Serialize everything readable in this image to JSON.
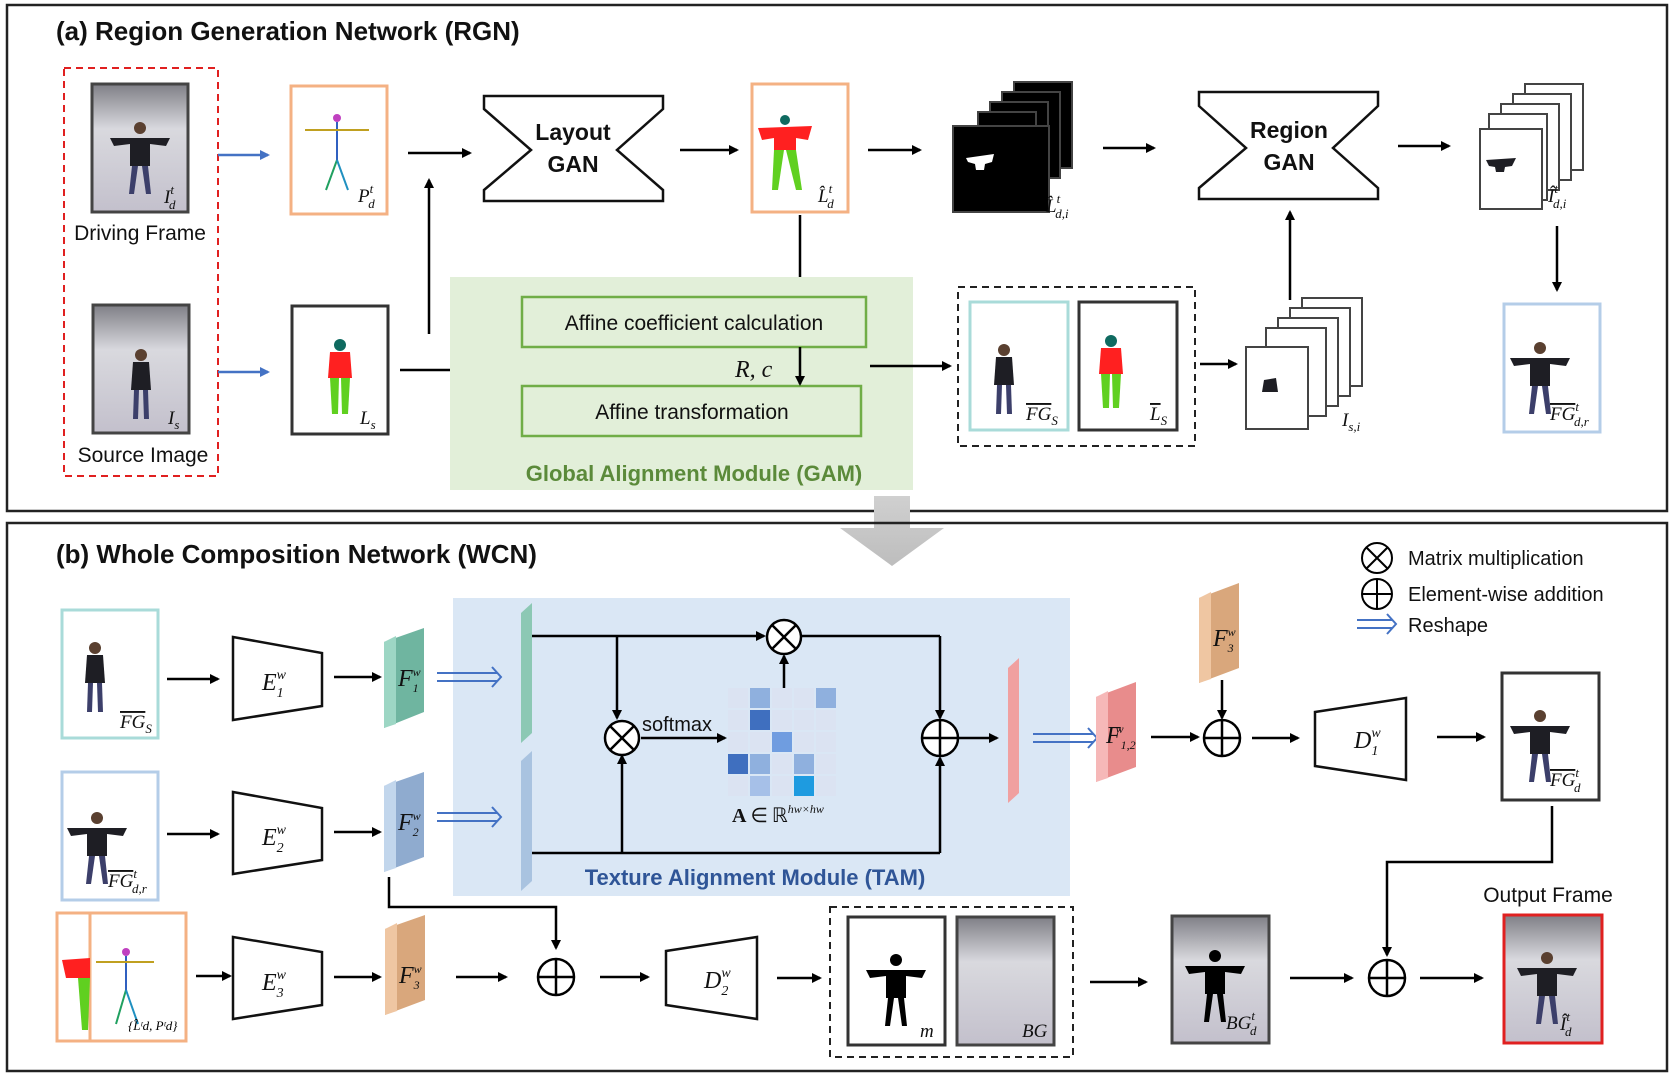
{
  "section_a": {
    "title": "(a) Region Generation Network (RGN)",
    "driving_caption": "Driving Frame",
    "source_caption": "Source Image",
    "driving_label": "I",
    "driving_sup": "t",
    "driving_sub": "d",
    "source_label": "I",
    "source_sub": "s",
    "pose_label": "P",
    "pose_sup": "t",
    "pose_sub": "d",
    "layout_gan_line1": "Layout",
    "layout_gan_line2": "GAN",
    "layout_out_label": "L̂",
    "layout_out_sup": "t",
    "layout_out_sub": "d",
    "masks_label": "L̂",
    "masks_sup": "t",
    "masks_sub": "d,i",
    "region_gan_line1": "Region",
    "region_gan_line2": "GAN",
    "regions_out_label": "Î",
    "regions_out_sup": "t",
    "regions_out_sub": "d,i",
    "source_layout_label": "L",
    "source_layout_sub": "s",
    "gam_affine_coef": "Affine coefficient calculation",
    "gam_affine_trans": "Affine transformation",
    "gam_params": "R, c",
    "gam_title": "Global Alignment Module (GAM)",
    "fg_label": "FG",
    "fg_sub": "S",
    "aligned_layout_label": "L",
    "aligned_layout_sub": "S",
    "source_regions_label": "I",
    "source_regions_sub": "s,i",
    "fg_region_label": "FG",
    "fg_region_sup": "t",
    "fg_region_sub": "d,r"
  },
  "section_b": {
    "title": "(b) Whole Composition Network (WCN)",
    "legend_matmul": "Matrix multiplication",
    "legend_add": "Element-wise addition",
    "legend_reshape": "Reshape",
    "input1_label": "FG",
    "input1_sub": "S",
    "input2_label": "FG",
    "input2_sup": "t",
    "input2_sub": "d,r",
    "input3_label": "{L̂ᵗd, Pᵗd}",
    "enc1": "E",
    "enc1_sub": "1",
    "enc2": "E",
    "enc2_sub": "2",
    "enc3": "E",
    "enc3_sub": "3",
    "enc_sup": "w",
    "feat1": "F",
    "feat1_sub": "1",
    "feat2": "F",
    "feat2_sub": "2",
    "feat3": "F",
    "feat3_sub": "3",
    "feat12": "F",
    "feat12_sub": "1,2",
    "feat_sup": "w",
    "softmax": "softmax",
    "attention_eq_A": "A",
    "attention_eq_in": "∈",
    "attention_eq_R": "ℝ",
    "attention_eq_sup": "hw×hw",
    "tam_title": "Texture Alignment Module (TAM)",
    "dec1": "D",
    "dec1_sub": "1",
    "dec2": "D",
    "dec2_sub": "2",
    "dec_sup": "w",
    "fg_out_label": "FG",
    "fg_out_sup": "t",
    "fg_out_sub": "d",
    "mask_label": "m",
    "bg_label": "BG",
    "bg_comp_label": "BG",
    "bg_comp_sup": "t",
    "bg_comp_sub": "d",
    "output_caption": "Output Frame",
    "output_label": "Î",
    "output_sup": "t",
    "output_sub": "d"
  },
  "attention_matrix_colors": [
    [
      "#dbe3f2",
      "#8fb0de",
      "#dbe3f2",
      "#dbe3f2",
      "#8fb0de"
    ],
    [
      "#dbe3f2",
      "#3f6fbf",
      "#dbe3f2",
      "#dbe3f2",
      "#dbe3f2"
    ],
    [
      "#dbe3f2",
      "#dbe3f2",
      "#6f9de0",
      "#dbe3f2",
      "#dbe3f2"
    ],
    [
      "#3f6fbf",
      "#8fb0de",
      "#dbe3f2",
      "#8fb0de",
      "#dbe3f2"
    ],
    [
      "#dbe3f2",
      "#a6c0e8",
      "#dbe3f2",
      "#1e9be0",
      "#dbe3f2"
    ]
  ],
  "colors": {
    "gam_bg": "#e2efd9",
    "gam_border": "#70ad47",
    "tam_bg": "#dae7f5",
    "pose_border": "#f4b183",
    "fg_border": "#a9dbd9",
    "fgr_border": "#b4cde8",
    "output_border": "#e02020",
    "driving_dash": "#e02020",
    "feat1": "#8cc8b4",
    "feat2": "#a9c3e0",
    "feat3": "#e9b98f",
    "feat12": "#f0a0a0",
    "blue_arrow": "#4472c4"
  }
}
